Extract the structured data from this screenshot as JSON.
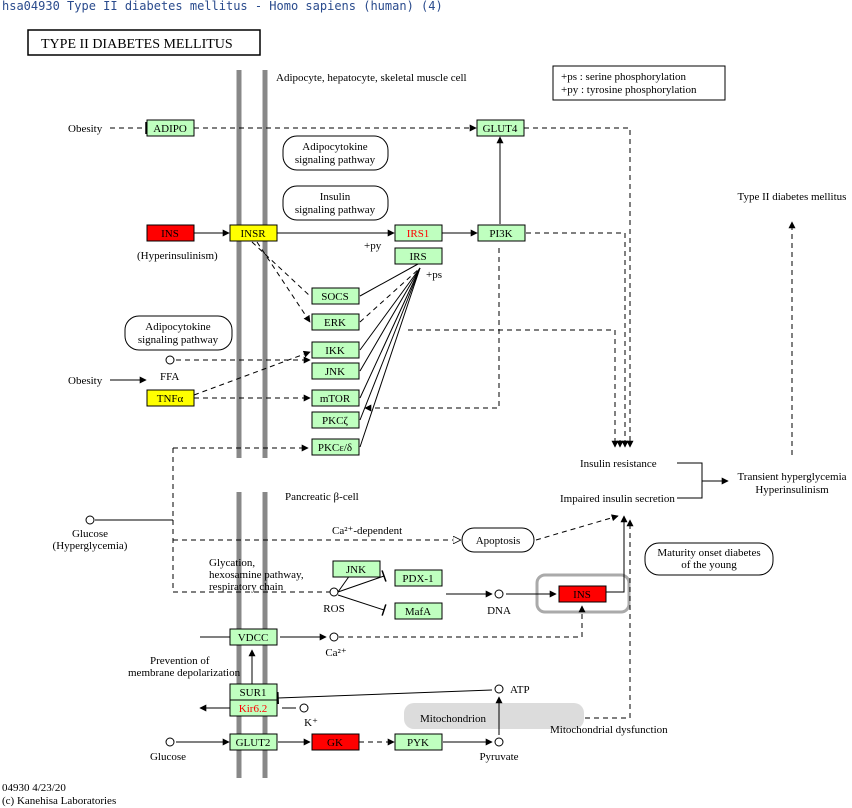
{
  "header": "hsa04930 Type II diabetes mellitus - Homo sapiens (human) (4)",
  "title": "TYPE II DIABETES MELLITUS",
  "colors": {
    "normal": "#bfffbf",
    "yellow": "#ffff00",
    "red": "#ff0000",
    "red_text": "#ff0000"
  },
  "legend": {
    "ps": "+ps : serine phosphorylation",
    "py": "+py : tyrosine phosphorylation"
  },
  "genes": {
    "adipo": "ADIPO",
    "glut4": "GLUT4",
    "ins1": "INS",
    "insr": "INSR",
    "irs1": "IRS1",
    "pi3k": "PI3K",
    "irs": "IRS",
    "socs": "SOCS",
    "erk": "ERK",
    "ikk": "IKK",
    "jnk1": "JNK",
    "tnfa": "TNFα",
    "mtor": "mTOR",
    "pkcz": "PKCζ",
    "pkced": "PKCε/δ",
    "jnk2": "JNK",
    "pdx1": "PDX-1",
    "mafa": "MafA",
    "ins2": "INS",
    "vdcc": "VDCC",
    "sur1": "SUR1",
    "kir62": "Kir6.2",
    "glut2": "GLUT2",
    "gk": "GK",
    "pyk": "PYK"
  },
  "labels": {
    "adipocyte_cell": "Adipocyte, hepatocyte, skeletal muscle cell",
    "obesity1": "Obesity",
    "obesity2": "Obesity",
    "hyperinsulinism": "(Hyperinsulinism)",
    "py": "+py",
    "ps": "+ps",
    "ffa": "FFA",
    "t2dm": "Type II diabetes mellitus",
    "insulin_resistance": "Insulin resistance",
    "impaired_secretion": "Impaired insulin secretion",
    "transient": "Transient hyperglycemia",
    "hyperinsulinism2": "Hyperinsulinism",
    "beta_cell": "Pancreatic β-cell",
    "glucose_hyper1": "Glucose",
    "glucose_hyper2": "(Hyperglycemia)",
    "ca_dependent": "Ca²⁺-dependent",
    "glycation1": "Glycation,",
    "glycation2": "hexosamine pathway,",
    "glycation3": "respiratory chain",
    "ros": "ROS",
    "dna": "DNA",
    "prevention1": "Prevention of",
    "prevention2": "membrane depolarization",
    "ca": "Ca²⁺",
    "k": "K⁺",
    "atp": "ATP",
    "mitochondrion": "Mitochondrion",
    "mito_dysfunction": "Mitochondrial dysfunction",
    "glucose": "Glucose",
    "pyruvate": "Pyruvate",
    "footer1": "04930 4/23/20",
    "footer2": "(c) Kanehisa Laboratories"
  },
  "pathways": {
    "adipocytokine1_l1": "Adipocytokine",
    "adipocytokine1_l2": "signaling pathway",
    "insulin_l1": "Insulin",
    "insulin_l2": "signaling pathway",
    "adipocytokine2_l1": "Adipocytokine",
    "adipocytokine2_l2": "signaling pathway",
    "apoptosis": "Apoptosis",
    "mody_l1": "Maturity onset diabetes",
    "mody_l2": "of the young"
  }
}
